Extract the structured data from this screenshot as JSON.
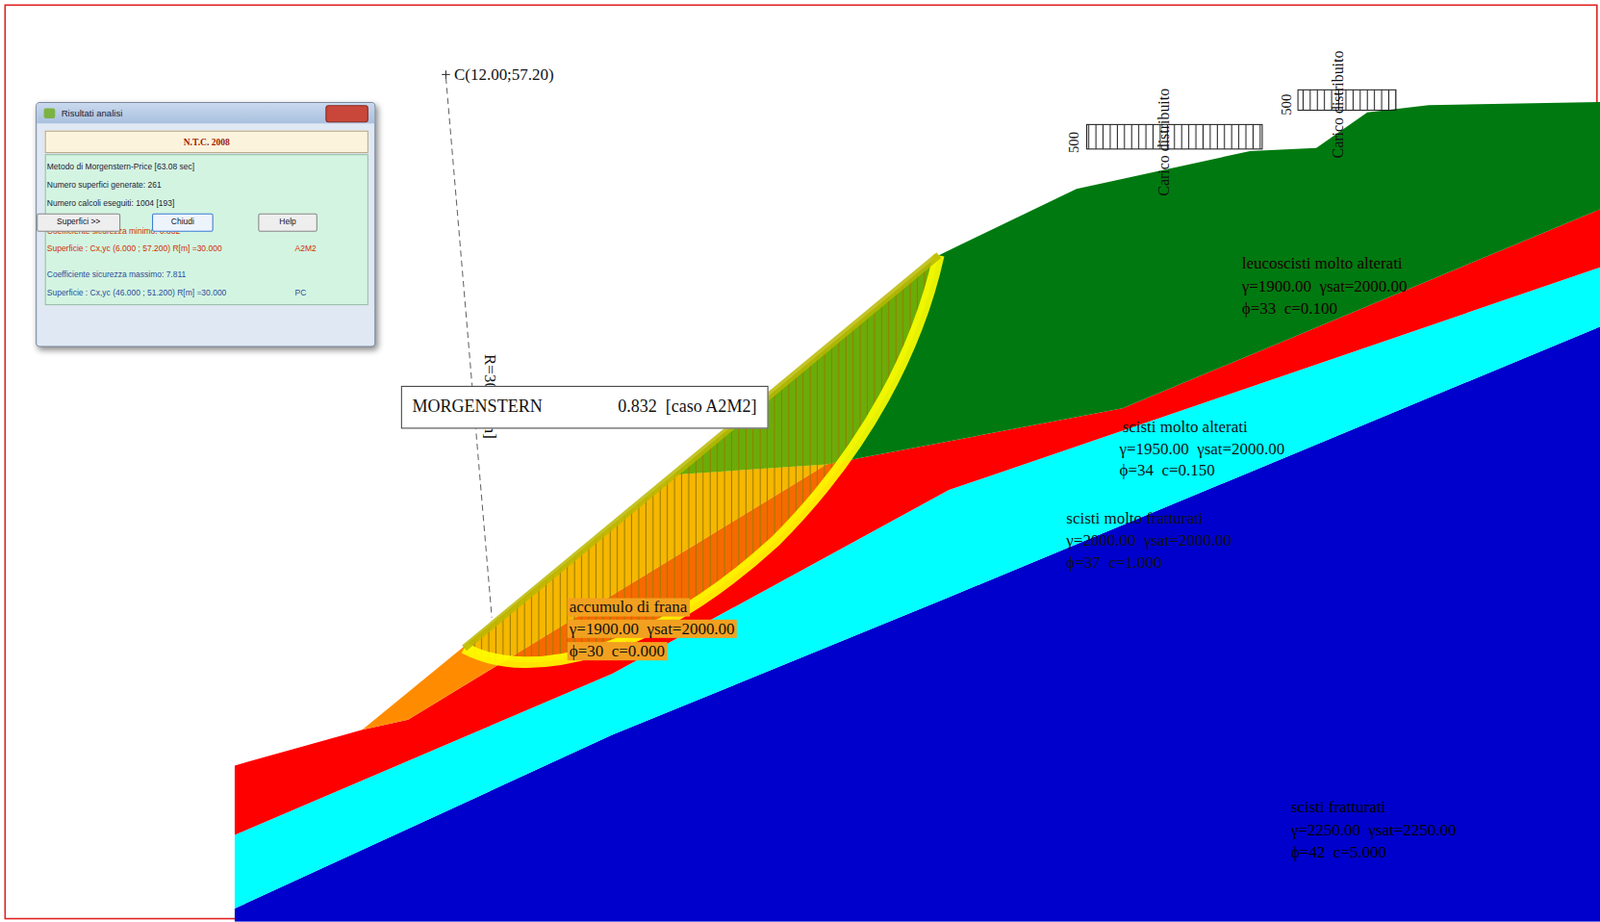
{
  "diagram": {
    "nodes": [
      {
        "text": [
          "Risultati analisi",
          "N.T.C. 2008",
          "Metodo di Morgenstern-Price [63.08 sec]",
          "Numero superfici generate: 261",
          "Numero calcoli eseguiti: 1004 [193]",
          "Coefficiente sicurezza minimo: 0.832",
          "Superficie : Cx,yc (6.000 ; 57.200) R[m] =30.000",
          "A2M2",
          "Coefficiente sicurezza massimo: 7.811",
          "Superficie : Cx,yc (46.000 ; 51.200) R[m] =30.000",
          "PC"
        ]
      },
      {
        "text": [
          "Superfici >>"
        ],
        "in": 0
      },
      {
        "text": [
          "Chiudi"
        ],
        "in": 0
      },
      {
        "text": [
          "Help"
        ],
        "in": 0
      },
      {
        "text": [
          "MORGENSTERN",
          "0.832  [caso A2M2]"
        ]
      }
    ],
    "labels": [
      "C(12.00;57.20)",
      "R=30.00 [m]",
      "500",
      "Carico distribuito",
      "500",
      "Carico distribuito",
      "leucoscisti molto alterati",
      "γ=1900.00  γsat=2000.00",
      "ϕ=33  c=0.100",
      "scisti molto alterati",
      "γ=1950.00  γsat=2000.00",
      "ϕ=34  c=0.150",
      "scisti molto fratturati",
      "γ=2000.00  γsat=2000.00",
      "ϕ=37  c=1.000",
      "accumulo di frana",
      "γ=1900.00  γsat=2000.00",
      "ϕ=30  c=0.000",
      "scisti fratturati",
      "γ=2250.00  γsat=2250.00",
      "ϕ=42  c=5.000"
    ]
  }
}
